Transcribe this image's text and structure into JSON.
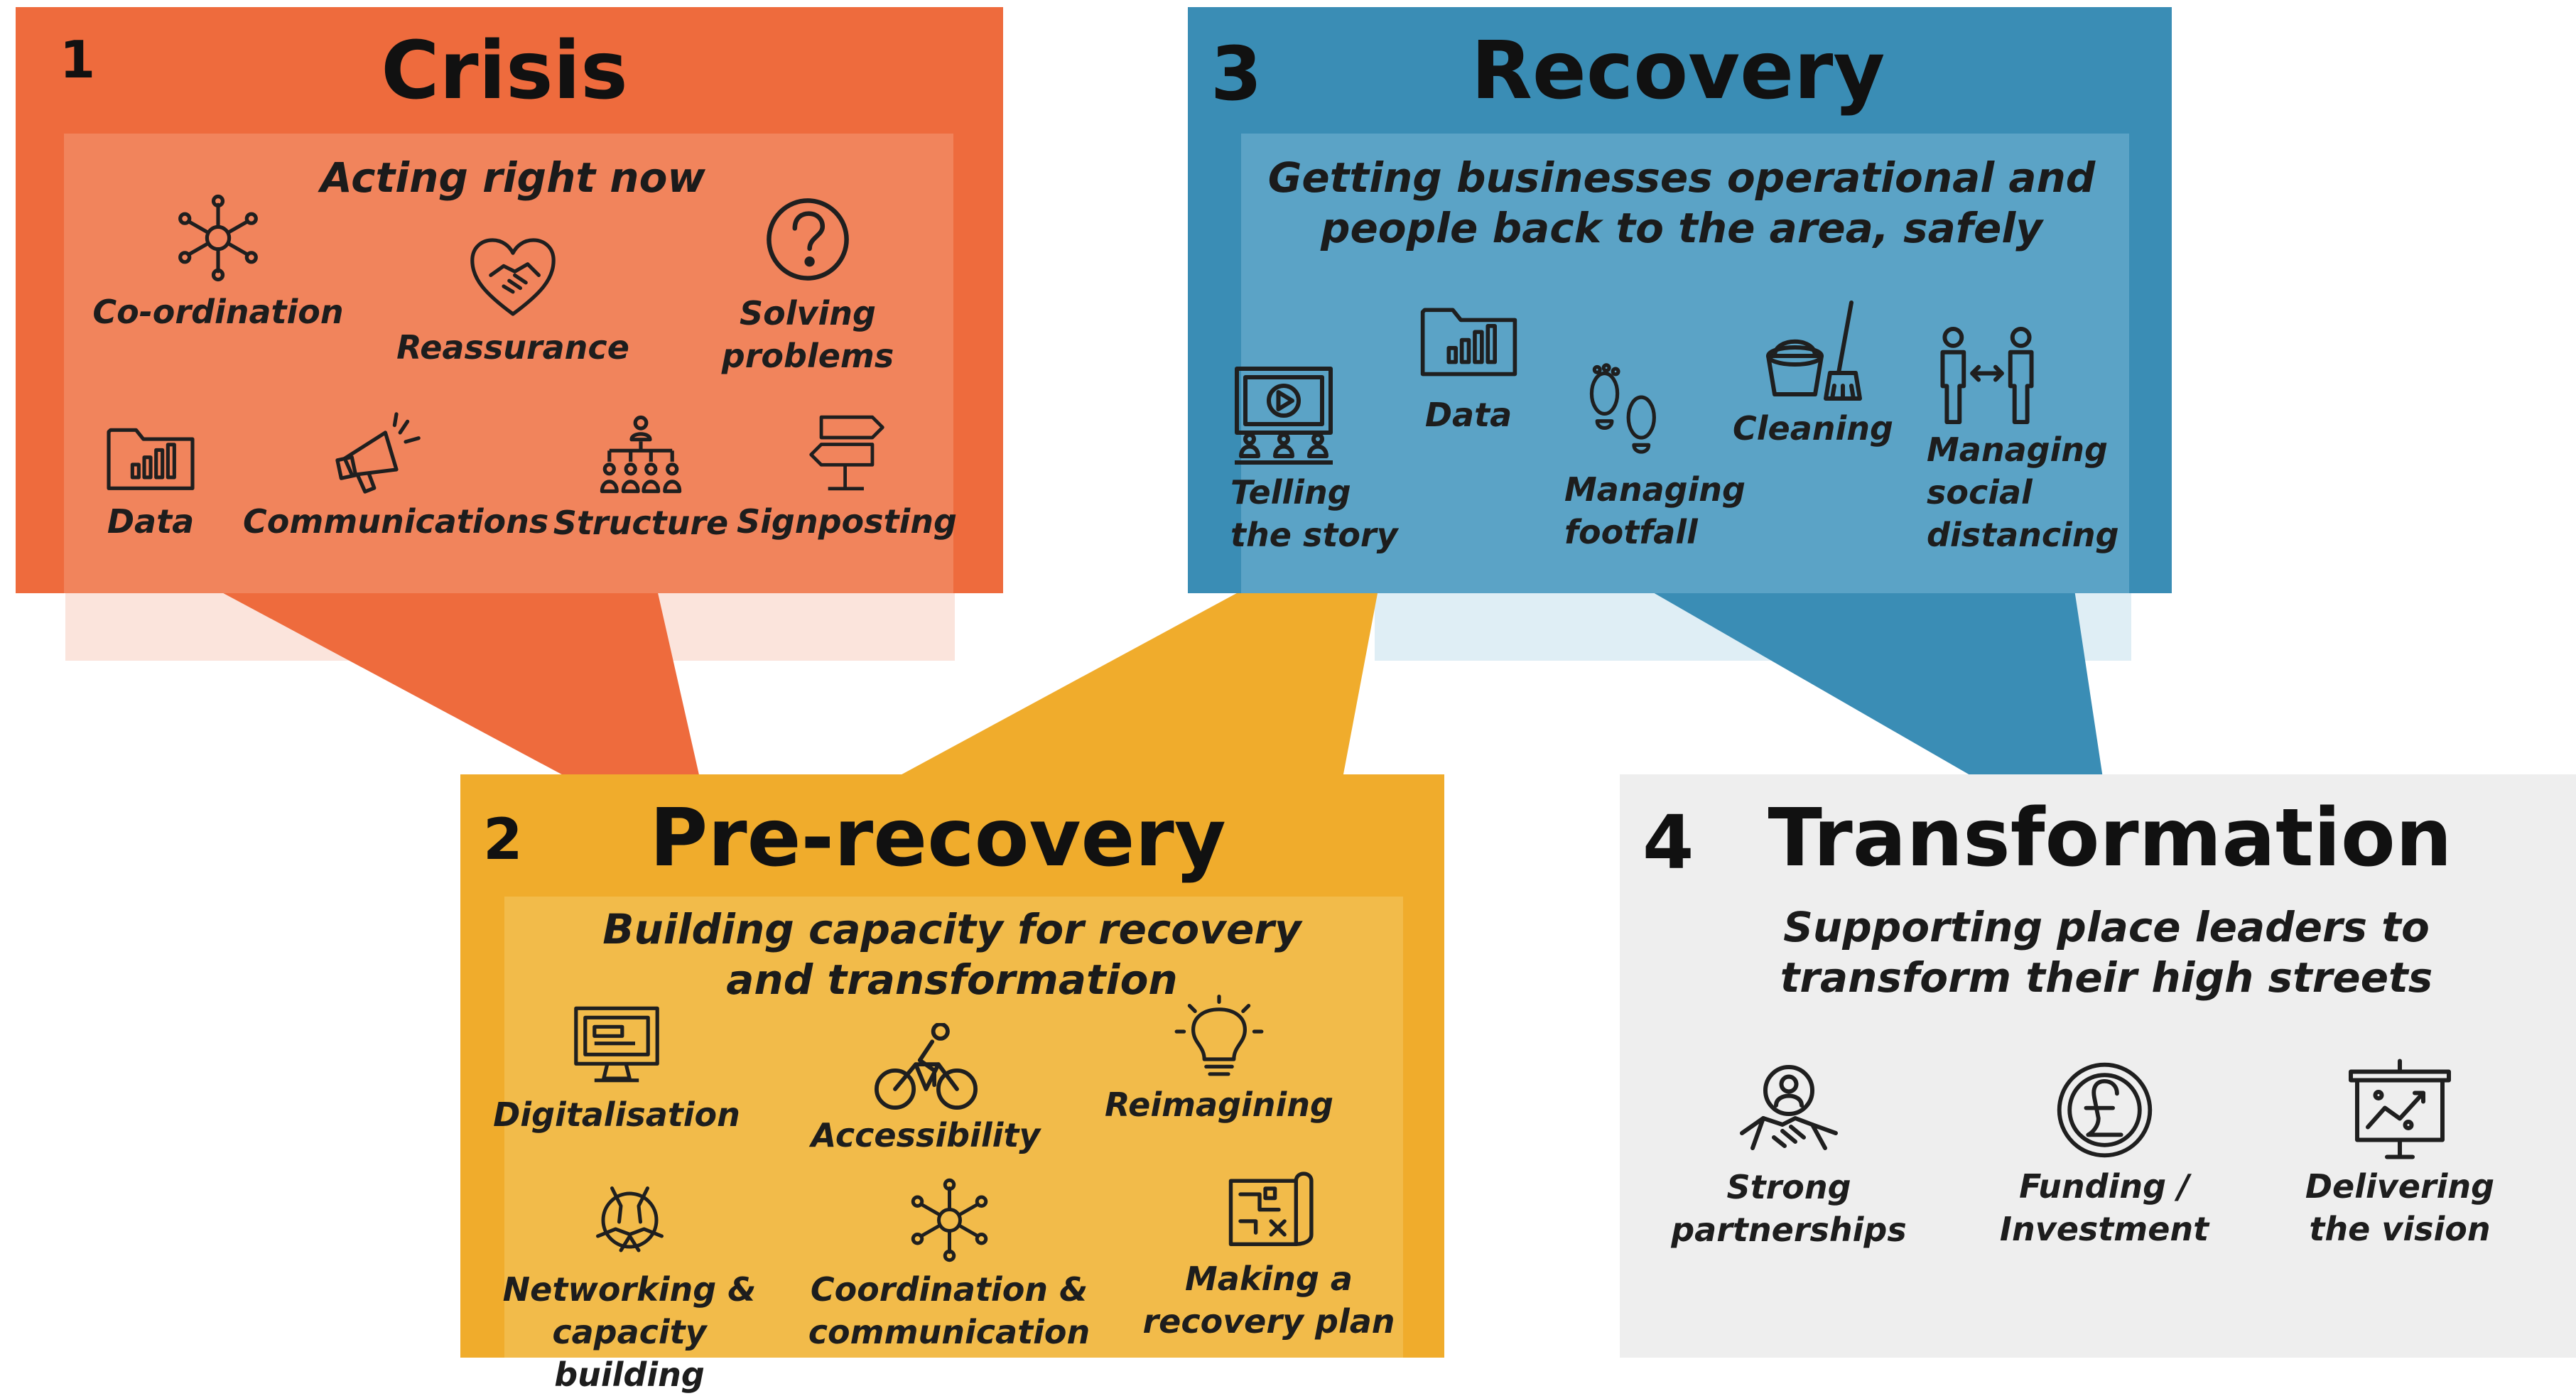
{
  "colors": {
    "crisis": "#ee6b3d",
    "crisis_inner": "#f1845c",
    "pre_recovery": "#f0ac2c",
    "pre_recovery_inner": "#f2bb4a",
    "recovery": "#3a8db5",
    "recovery_inner": "#5ba3c6",
    "transformation": "#eeeeee",
    "icon_stroke": "#1f1f1f"
  },
  "stages": {
    "crisis": {
      "number": "1",
      "title": "Crisis",
      "subtitle": "Acting right now",
      "items": [
        {
          "label": "Co-ordination",
          "icon": "network-icon"
        },
        {
          "label": "Reassurance",
          "icon": "heart-handshake-icon"
        },
        {
          "label": "Solving problems",
          "icon": "question-icon"
        },
        {
          "label": "Data",
          "icon": "data-folder-icon"
        },
        {
          "label": "Communications",
          "icon": "megaphone-icon"
        },
        {
          "label": "Structure",
          "icon": "org-chart-icon"
        },
        {
          "label": "Signposting",
          "icon": "signpost-icon"
        }
      ]
    },
    "pre_recovery": {
      "number": "2",
      "title": "Pre-recovery",
      "subtitle": "Building capacity for recovery\nand transformation",
      "items": [
        {
          "label": "Digitalisation",
          "icon": "monitor-icon"
        },
        {
          "label": "Accessibility",
          "icon": "cyclist-icon"
        },
        {
          "label": "Reimagining",
          "icon": "lightbulb-icon"
        },
        {
          "label": "Networking &\ncapacity building",
          "icon": "hands-together-icon"
        },
        {
          "label": "Coordination &\ncommunication",
          "icon": "network-icon"
        },
        {
          "label": "Making a\nrecovery plan",
          "icon": "plan-map-icon"
        }
      ]
    },
    "recovery": {
      "number": "3",
      "title": "Recovery",
      "subtitle": "Getting businesses operational and\npeople back to the area, safely",
      "items": [
        {
          "label": "Telling\nthe story",
          "icon": "video-screen-icon"
        },
        {
          "label": "Data",
          "icon": "data-folder-icon"
        },
        {
          "label": "Managing\nfootfall",
          "icon": "footprints-icon"
        },
        {
          "label": "Cleaning",
          "icon": "mop-bucket-icon"
        },
        {
          "label": "Managing\nsocial\ndistancing",
          "icon": "distancing-icon"
        }
      ]
    },
    "transformation": {
      "number": "4",
      "title": "Transformation",
      "subtitle": "Supporting place leaders to\ntransform their high streets",
      "items": [
        {
          "label": "Strong\npartnerships",
          "icon": "partnership-icon"
        },
        {
          "label": "Funding /\nInvestment",
          "icon": "pound-coin-icon"
        },
        {
          "label": "Delivering\nthe vision",
          "icon": "presentation-board-icon"
        }
      ]
    }
  }
}
